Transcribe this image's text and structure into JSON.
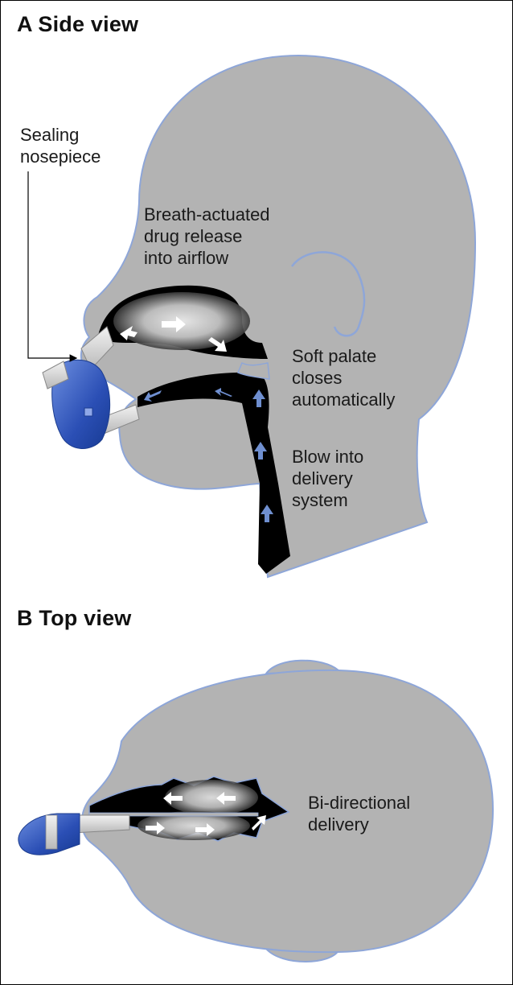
{
  "panel_a": {
    "heading": "A Side view",
    "labels": {
      "sealing_nosepiece": [
        "Sealing",
        "nosepiece"
      ],
      "drug_release": [
        "Breath-actuated",
        "drug release",
        "into airflow"
      ],
      "soft_palate": [
        "Soft palate",
        "closes",
        "automatically"
      ],
      "blow_into": [
        "Blow into",
        "delivery",
        "system"
      ]
    }
  },
  "panel_b": {
    "heading": "B Top view",
    "labels": {
      "bidirectional": [
        "Bi-directional",
        "delivery"
      ]
    }
  },
  "colors": {
    "head_fill": "#b3b3b3",
    "head_outline": "#8ea6d8",
    "airway": "#000000",
    "device_blue": "#2f55b8",
    "device_grey": "#d9d9d9",
    "arrow_blue": "#6f8fd0"
  }
}
